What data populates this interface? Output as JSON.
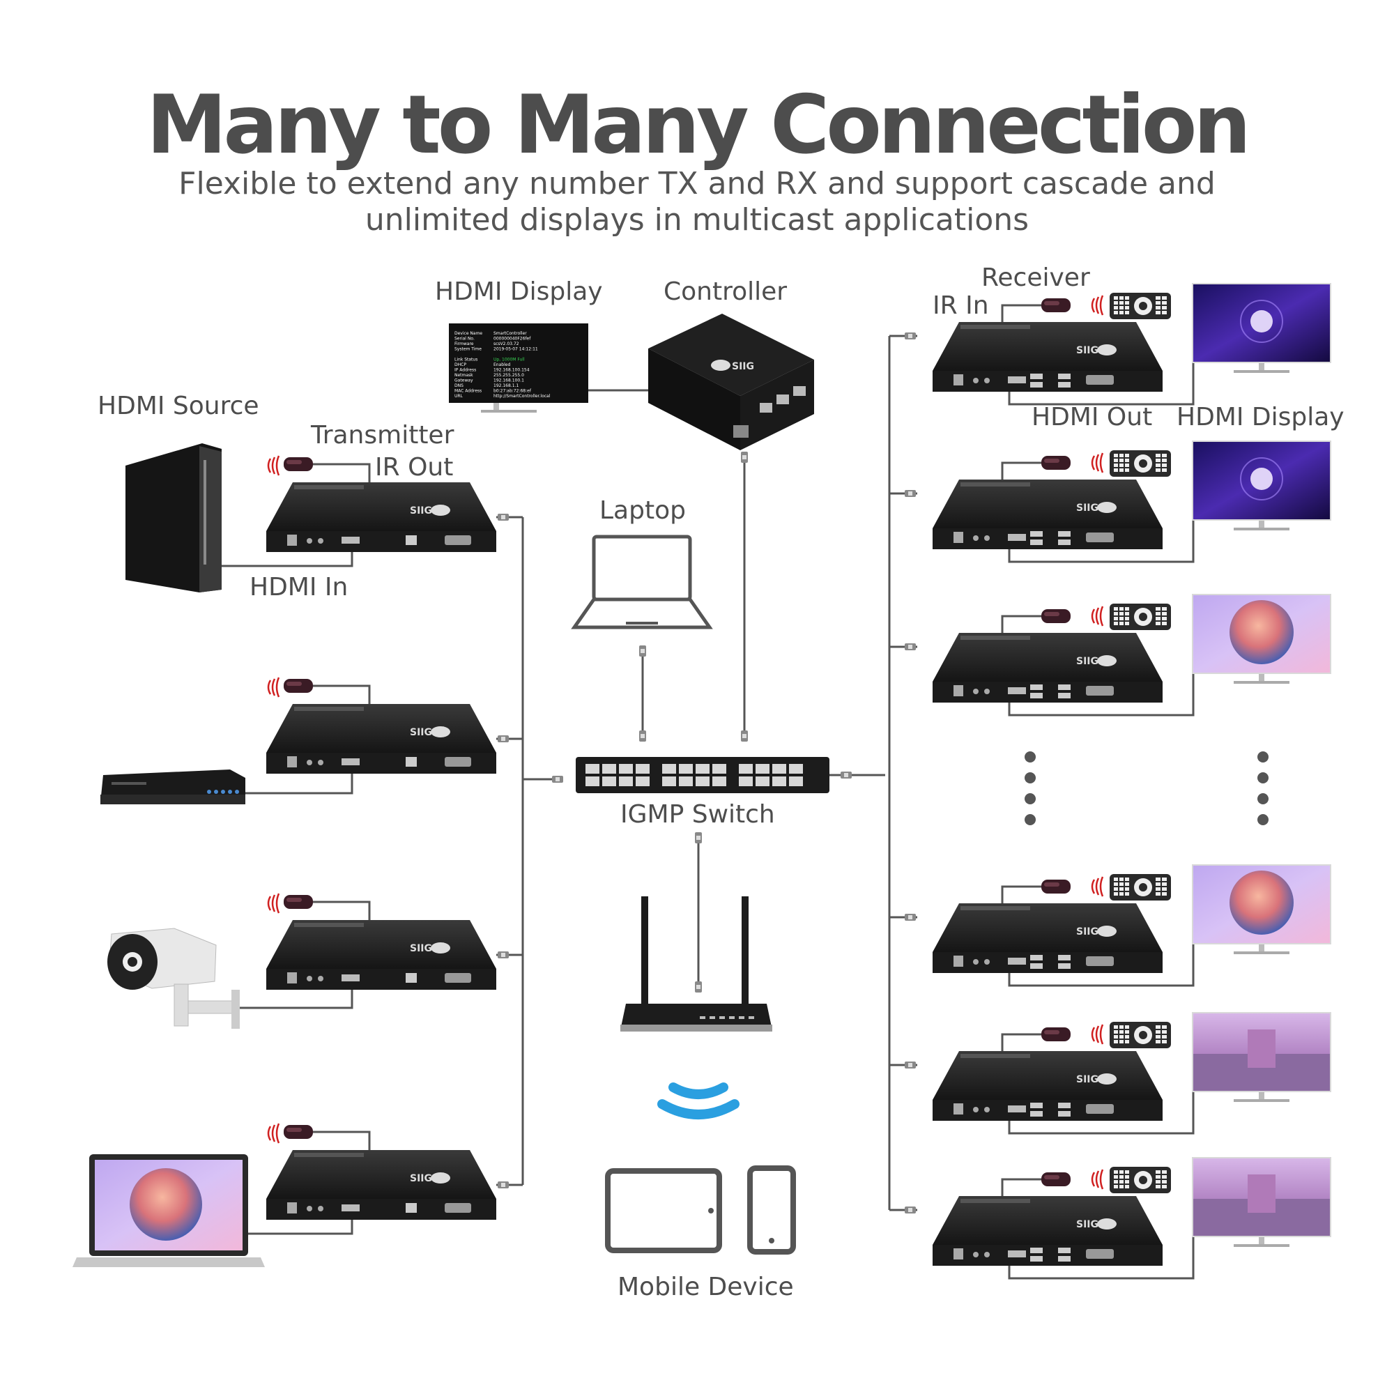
{
  "title": "Many to Many Connection",
  "subtitle": "Flexible to extend any number TX and RX and support cascade and unlimited displays in multicast applications",
  "labels": {
    "hdmi_source": "HDMI Source",
    "transmitter": "Transmitter",
    "ir_out": "IR Out",
    "hdmi_in": "HDMI In",
    "hdmi_display_top": "HDMI Display",
    "controller": "Controller",
    "laptop": "Laptop",
    "igmp_switch": "IGMP Switch",
    "mobile_device": "Mobile Device",
    "receiver": "Receiver",
    "ir_in": "IR In",
    "hdmi_out": "HDMI Out",
    "hdmi_display_right": "HDMI Display"
  },
  "brand": "SIIG",
  "display_panel": {
    "rows": [
      [
        "Device Name",
        "SmartController"
      ],
      [
        "Serial No.",
        "000000040F26fef"
      ],
      [
        "Firmware",
        "scsV2.03.72"
      ],
      [
        "System Time",
        "2019-05-07 14:12:11"
      ],
      [
        "",
        ""
      ],
      [
        "Link Status",
        "Up, 1000M Full"
      ],
      [
        "DHCP",
        "Enabled"
      ],
      [
        "IP Address",
        "192.168.100.154"
      ],
      [
        "Netmask",
        "255.255.255.0"
      ],
      [
        "Gateway",
        "192.168.100.1"
      ],
      [
        "DNS",
        "192.168.1.1"
      ],
      [
        "MAC Address",
        "b0:27:ab:72:68:ef"
      ],
      [
        "URL",
        "http://SmartController.local"
      ]
    ]
  },
  "colors": {
    "device": "#232323",
    "line": "#555555",
    "wifi": "#2a9fe0",
    "text": "#4d4d4d"
  },
  "icons": [
    "tower-pc-icon",
    "dvd-player-icon",
    "cctv-camera-icon",
    "laptop-source-icon",
    "transmitter-icon",
    "receiver-icon",
    "ir-emitter-icon",
    "ir-receiver-icon",
    "remote-control-icon",
    "monitor-icon",
    "controller-box-icon",
    "network-switch-icon",
    "router-icon",
    "wifi-icon",
    "tablet-icon",
    "smartphone-icon",
    "laptop-outline-icon",
    "ethernet-plug-icon"
  ]
}
